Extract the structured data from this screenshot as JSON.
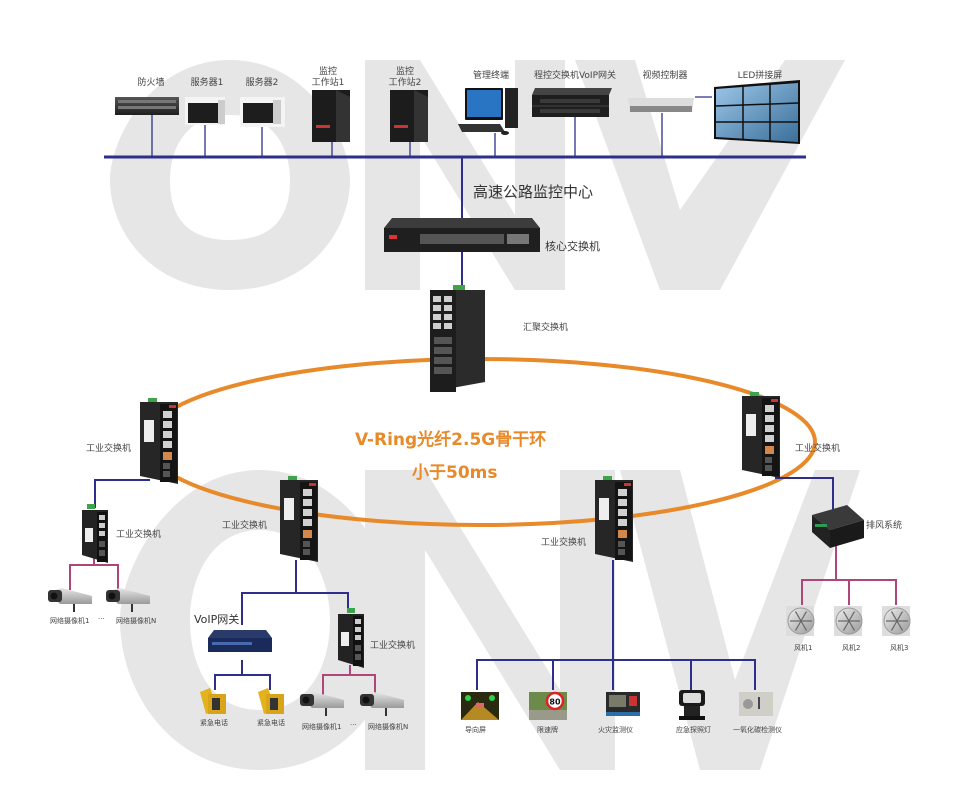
{
  "colors": {
    "network_line": "#2e2f8a",
    "pink_line": "#b0457a",
    "ring": "#e8892a",
    "watermark": "#e6e6e6",
    "device_dark": "#2a2a2a"
  },
  "watermark": {
    "top": "ONV",
    "bottom": "ONV"
  },
  "center": {
    "title": "高速公路监控中心",
    "core_switch_label": "核心交换机",
    "aggregation_switch_label": "汇聚交换机",
    "devices": [
      {
        "id": "firewall",
        "label": "防火墙",
        "icon": "firewall-rack-icon"
      },
      {
        "id": "server1",
        "label": "服务器1",
        "icon": "server-icon"
      },
      {
        "id": "server2",
        "label": "服务器2",
        "icon": "server-icon"
      },
      {
        "id": "ws1",
        "label": "监控\n工作站1",
        "line1": "监控",
        "line2": "工作站1",
        "icon": "tower-pc-icon"
      },
      {
        "id": "ws2",
        "label": "监控\n工作站2",
        "line1": "监控",
        "line2": "工作站2",
        "icon": "tower-pc-icon"
      },
      {
        "id": "mgmt",
        "label": "管理终端",
        "icon": "desktop-pc-icon"
      },
      {
        "id": "pbx",
        "label": "程控交换机VoIP网关",
        "icon": "pbx-icon"
      },
      {
        "id": "videoctl",
        "label": "视频控制器",
        "icon": "rack-1u-icon"
      },
      {
        "id": "ledwall",
        "label": "LED拼接屏",
        "icon": "video-wall-icon"
      }
    ]
  },
  "ring": {
    "title": "V-Ring光纤2.5G骨干环",
    "subtitle": "小于50ms"
  },
  "branches": {
    "left": {
      "switch_label": "工业交换机",
      "sub_switch_label": "工业交换机",
      "cameras": [
        "网络摄像机1",
        "···",
        "网络摄像机N"
      ]
    },
    "mid_left": {
      "switch_label": "工业交换机",
      "voip_label": "VoIP网关",
      "phones": [
        "紧急电话",
        "紧急电话"
      ],
      "sub_switch_label": "工业交换机",
      "cameras": [
        "网络摄像机1",
        "···",
        "网络摄像机N"
      ]
    },
    "mid_right": {
      "switch_label": "工业交换机",
      "devices": [
        "导向屏",
        "限速牌",
        "火灾监测仪",
        "应急探照灯",
        "一氧化碳检测仪"
      ],
      "speed_limit_value": "80"
    },
    "right": {
      "switch_label": "工业交换机",
      "ventilation_label": "排风系统",
      "fans": [
        "风机1",
        "风机2",
        "风机3"
      ]
    }
  }
}
